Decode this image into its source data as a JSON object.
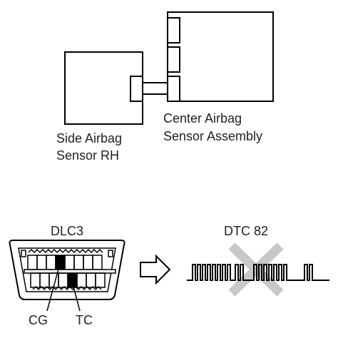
{
  "side_sensor": {
    "label_line1": "Side Airbag",
    "label_line2": "Sensor RH"
  },
  "center_sensor": {
    "label_line1": "Center Airbag",
    "label_line2": "Sensor Assembly"
  },
  "dlc3": {
    "title": "DLC3",
    "pin_cg": "CG",
    "pin_tc": "TC"
  },
  "dtc": {
    "title": "DTC 82"
  },
  "colors": {
    "outline": "#000000",
    "cross_mark": "#c8c8c8",
    "label_text": "#222222"
  },
  "icons": {
    "arrow": "right-arrow-icon",
    "cross": "cross-mark-icon"
  }
}
